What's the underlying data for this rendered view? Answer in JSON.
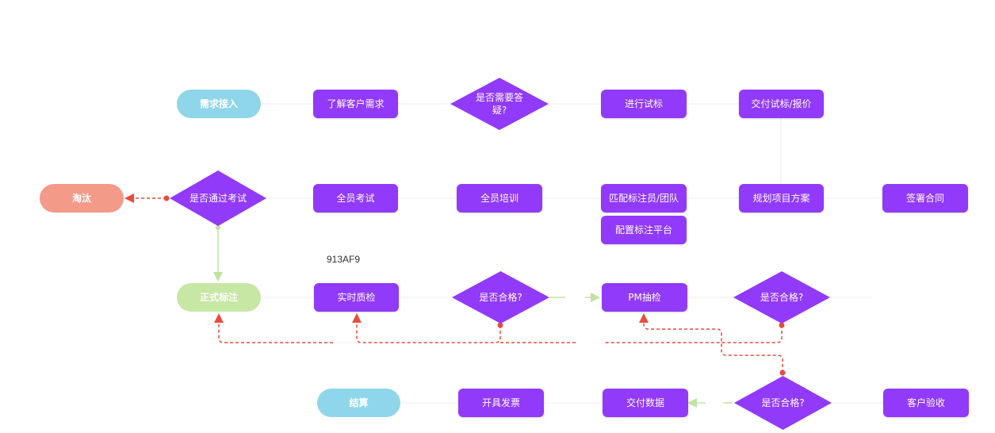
{
  "colors": {
    "node_purple": "#913AF9",
    "start_blue": "#8FD6EA",
    "formal_green": "#C7E7A4",
    "reject_salmon": "#F49A88",
    "arrow_red": "#E74C3C",
    "arrow_green": "#BFE3A0",
    "connector_gray": "#E6E6E6"
  },
  "nodes": {
    "demand_intake": "需求接入",
    "understand_needs": "了解客户需求",
    "need_qa": "是否需要答疑?",
    "trial_labeling": "进行试标",
    "deliver_trial_quote": "交付试标/报价",
    "reject": "淘汰",
    "pass_exam": "是否通过考试",
    "all_exam": "全员考试",
    "all_training": "全员培训",
    "match_labelers": "匹配标注员/团队",
    "config_platform": "配置标注平台",
    "plan_project": "规划项目方案",
    "sign_contract": "签署合同",
    "formal_labeling": "正式标注",
    "realtime_qc": "实时质检",
    "qualified_1": "是否合格?",
    "pm_check": "PM抽检",
    "qualified_2": "是否合格?",
    "settlement": "结算",
    "invoice": "开具发票",
    "deliver_data": "交付数据",
    "qualified_3": "是否合格?",
    "customer_acceptance": "客户验收"
  },
  "floating_label": "913AF9"
}
